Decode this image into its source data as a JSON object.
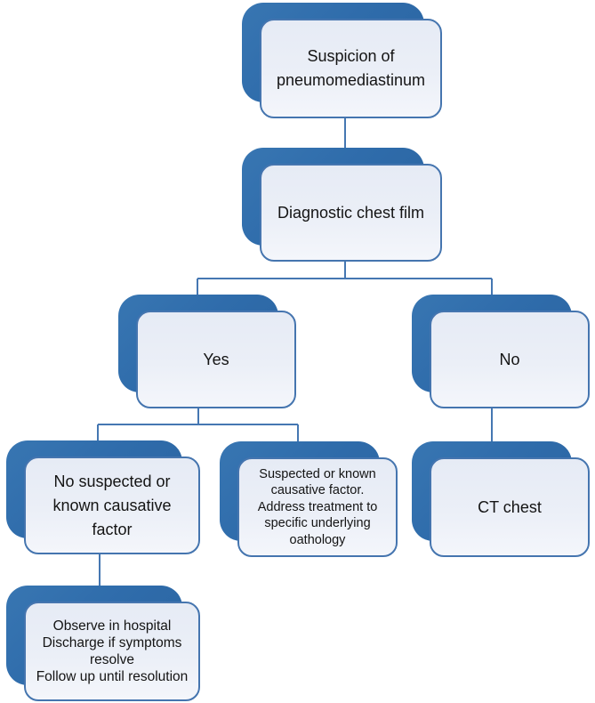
{
  "figure": {
    "kind": "flowchart",
    "colors": {
      "node_shadow_blue": "#2f6cab",
      "node_border_blue": "#4575af",
      "node_face_fill": "#ebeff7",
      "connector_blue": "#4577b2",
      "text_color": "#141414",
      "background": "#ffffff"
    },
    "nodes": {
      "suspicion": {
        "label": "Suspicion of\npneumomediastinum"
      },
      "diagnostic": {
        "label": "Diagnostic chest film"
      },
      "yes": {
        "label": "Yes"
      },
      "no": {
        "label": "No"
      },
      "no_factor": {
        "label": "No suspected or\nknown causative\nfactor"
      },
      "factor": {
        "label": "Suspected or known\ncausative factor.\nAddress treatment to\nspecific underlying\noathology"
      },
      "ct_chest": {
        "label": "CT chest"
      },
      "observe": {
        "label": "Observe in hospital\nDischarge if symptoms\nresolve\nFollow up until resolution"
      }
    },
    "edges": [
      {
        "from": "suspicion",
        "to": "diagnostic"
      },
      {
        "from": "diagnostic",
        "to": "yes"
      },
      {
        "from": "diagnostic",
        "to": "no"
      },
      {
        "from": "yes",
        "to": "no_factor"
      },
      {
        "from": "yes",
        "to": "factor"
      },
      {
        "from": "no",
        "to": "ct_chest"
      },
      {
        "from": "no_factor",
        "to": "observe"
      }
    ]
  }
}
